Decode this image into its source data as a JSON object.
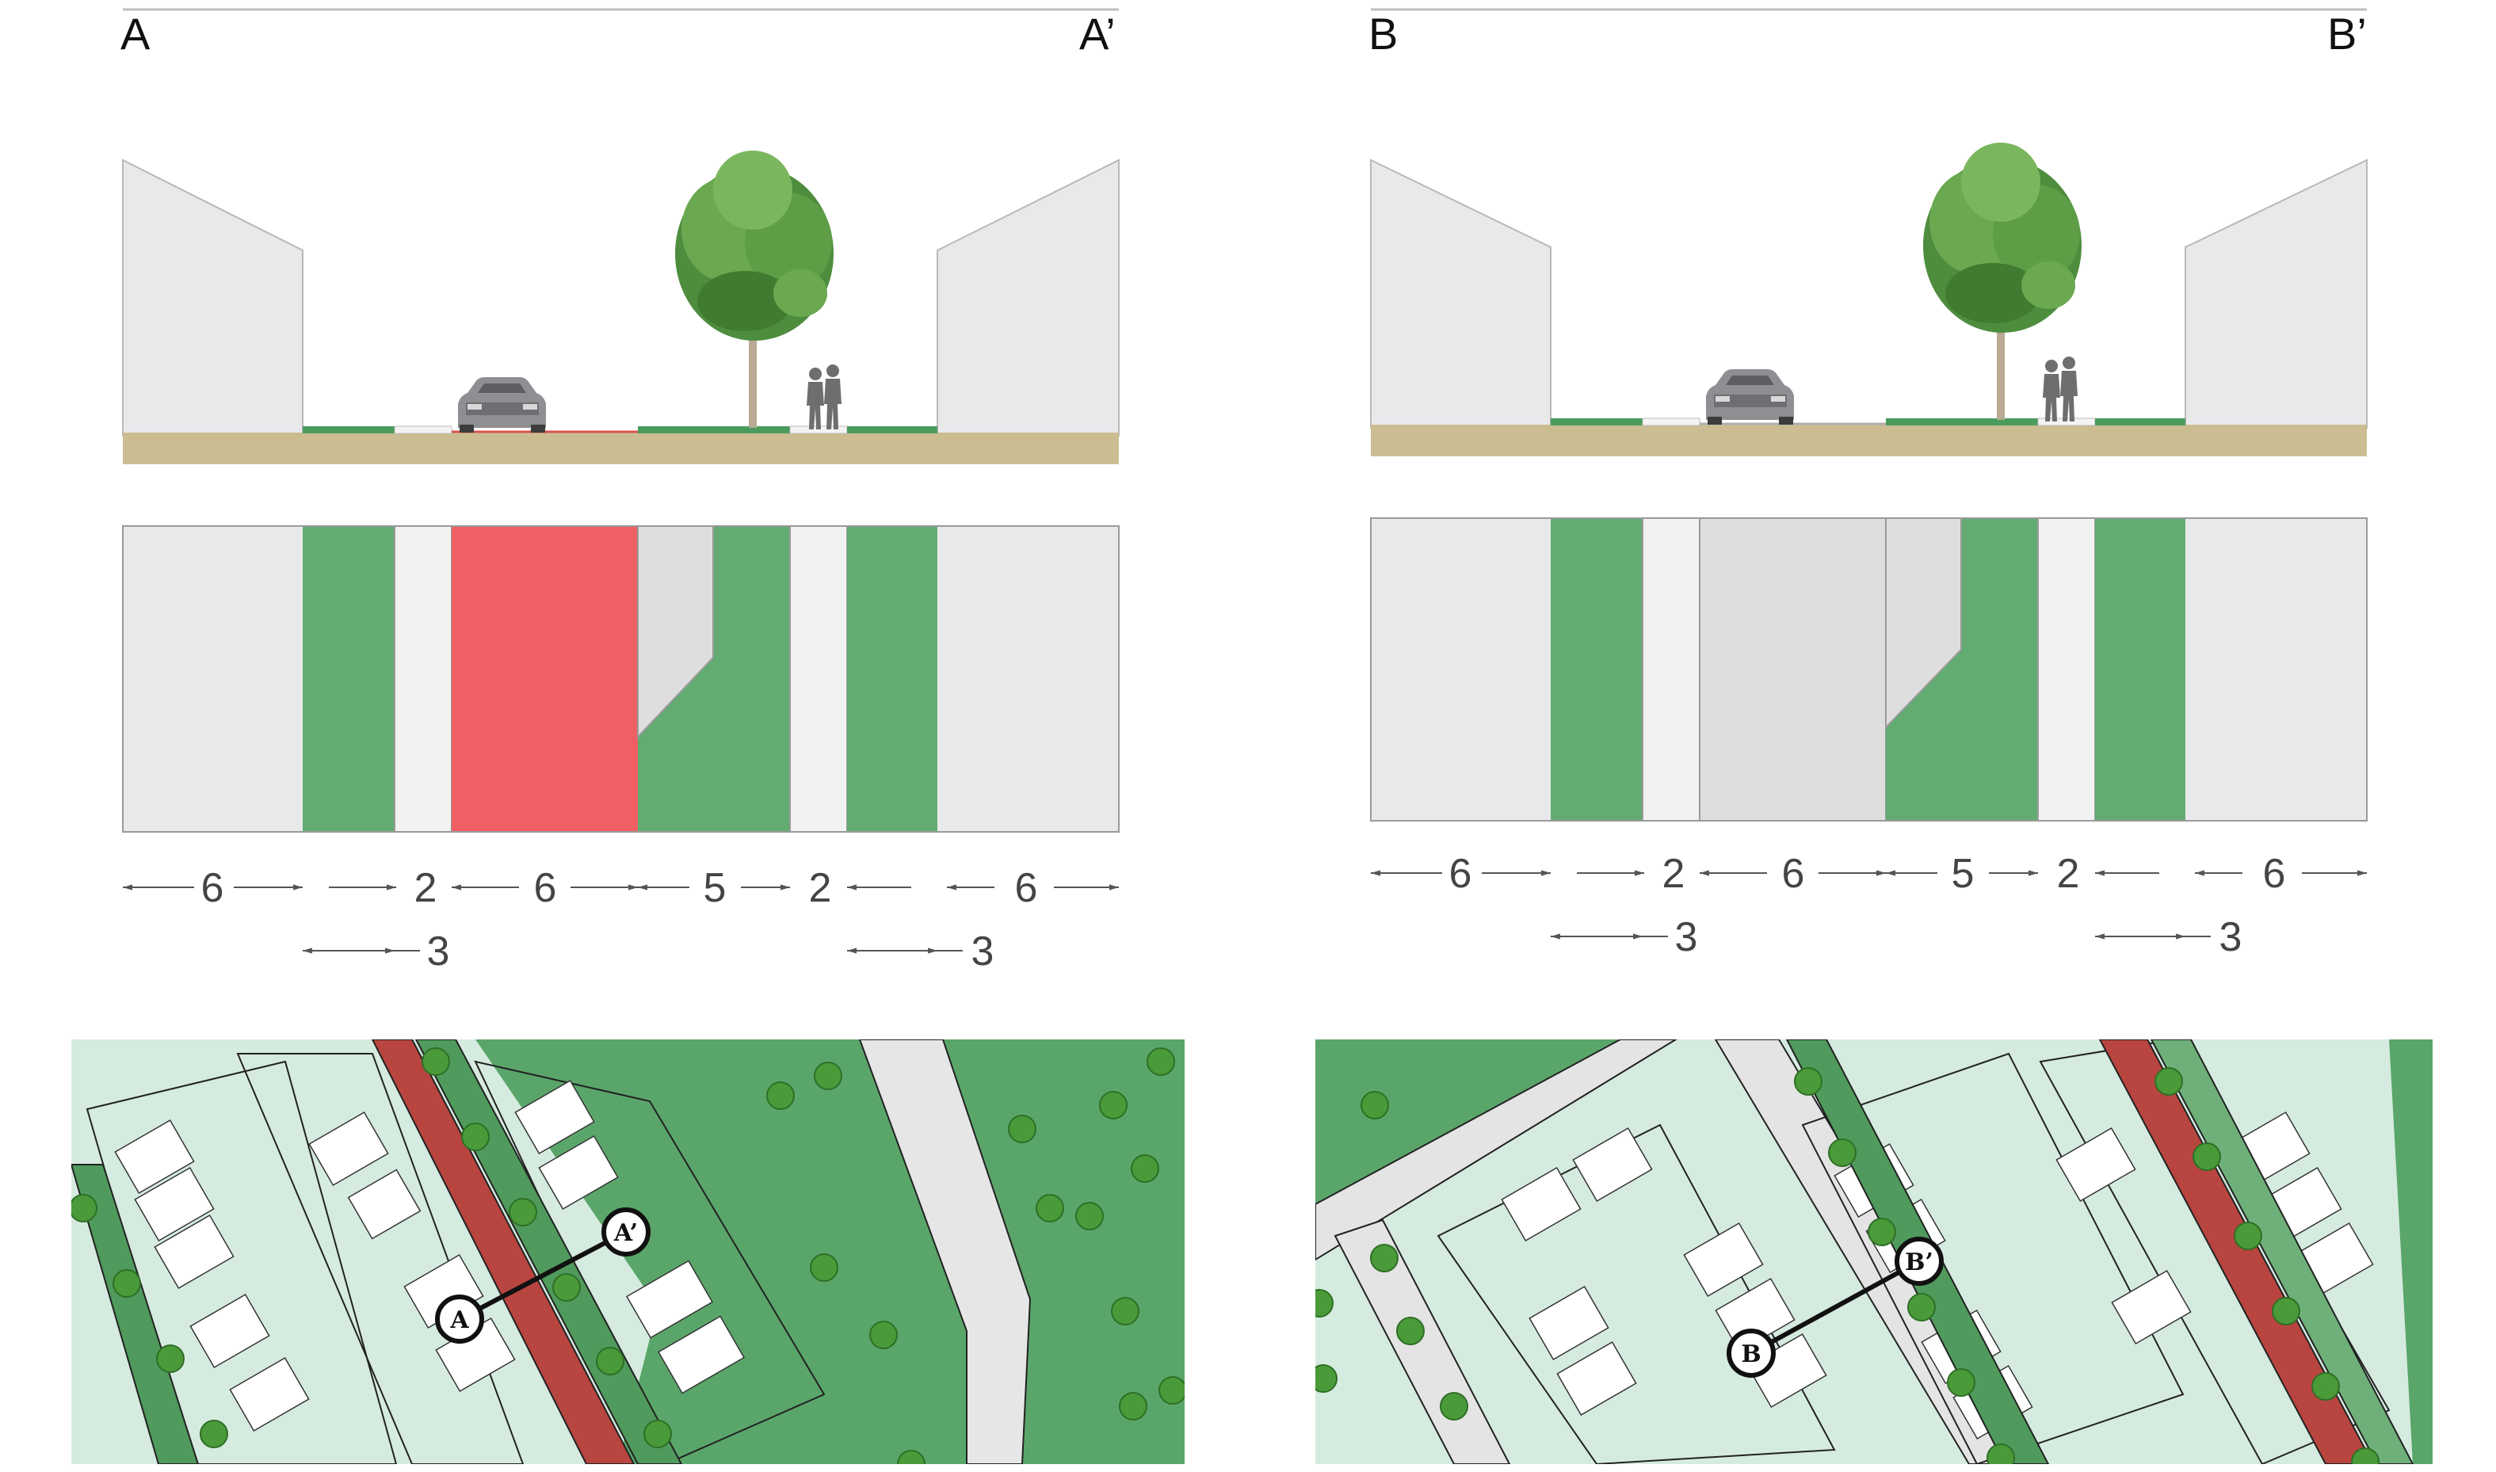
{
  "colors": {
    "building": "#e8e9eb",
    "green": "#62ac72",
    "footpath": "#f2f2f2",
    "red_lane": "#f05f63",
    "grey_lane": "#dededf",
    "ground": "#cbbd91",
    "map_light": "#d6ebe0",
    "map_green": "#5aa66a",
    "map_red": "#b8453f",
    "tree": "#4a9a3a"
  },
  "icons": [
    "car-icon",
    "tree-icon",
    "pedestrians-icon",
    "dimension-arrow-icon",
    "map-tree-icon"
  ],
  "sections": [
    {
      "id": "a",
      "label_start": "A",
      "label_end": "A’",
      "dimensions_top": [
        "6",
        "2",
        "6",
        "5",
        "2",
        "6"
      ],
      "dimensions_bottom": [
        "3",
        "3"
      ],
      "marker_start": "A",
      "marker_end": "A’"
    },
    {
      "id": "b",
      "label_start": "B",
      "label_end": "B’",
      "dimensions_top": [
        "6",
        "2",
        "6",
        "5",
        "2",
        "6"
      ],
      "dimensions_bottom": [
        "3",
        "3"
      ],
      "marker_start": "B",
      "marker_end": "B’"
    }
  ]
}
